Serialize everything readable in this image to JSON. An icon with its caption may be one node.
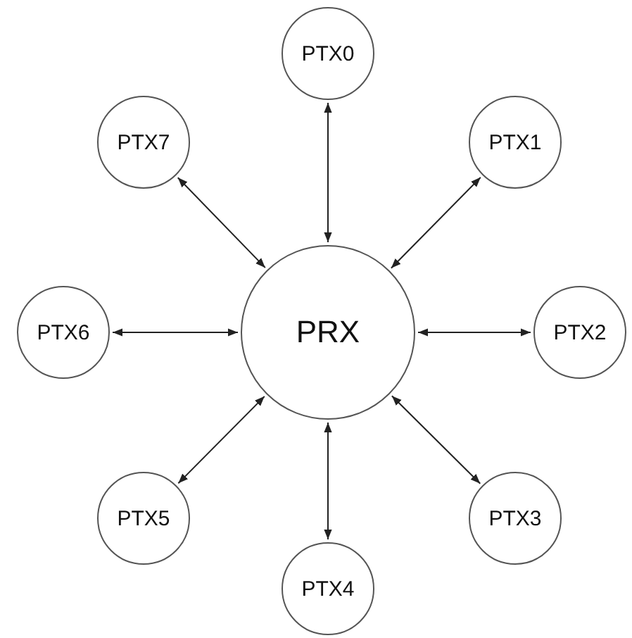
{
  "diagram": {
    "nodes": [
      {
        "text": [
          "PRX"
        ]
      },
      {
        "text": [
          "PTX0"
        ]
      },
      {
        "text": [
          "PTX1"
        ]
      },
      {
        "text": [
          "PTX2"
        ]
      },
      {
        "text": [
          "PTX3"
        ]
      },
      {
        "text": [
          "PTX4"
        ]
      },
      {
        "text": [
          "PTX5"
        ]
      },
      {
        "text": [
          "PTX6"
        ]
      },
      {
        "text": [
          "PTX7"
        ]
      }
    ],
    "edges": [
      {
        "from": 0,
        "to": 1,
        "arrow": "both"
      },
      {
        "from": 0,
        "to": 2,
        "arrow": "both"
      },
      {
        "from": 0,
        "to": 3,
        "arrow": "both"
      },
      {
        "from": 0,
        "to": 4,
        "arrow": "both"
      },
      {
        "from": 0,
        "to": 5,
        "arrow": "both"
      },
      {
        "from": 0,
        "to": 6,
        "arrow": "both"
      },
      {
        "from": 0,
        "to": 7,
        "arrow": "both"
      },
      {
        "from": 0,
        "to": 8,
        "arrow": "both"
      }
    ]
  }
}
